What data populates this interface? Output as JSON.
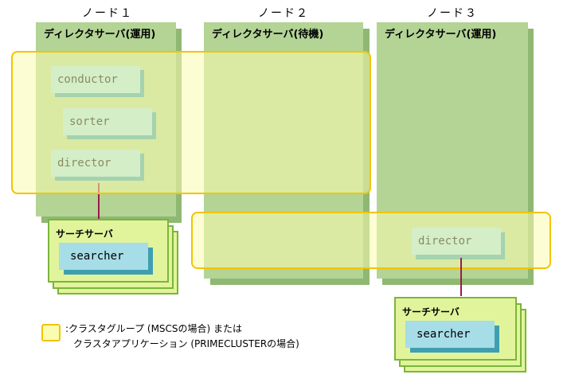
{
  "nodes": [
    {
      "title": "ノード１",
      "server_label": "ディレクタサーバ(運用)"
    },
    {
      "title": "ノード２",
      "server_label": "ディレクタサーバ(待機)"
    },
    {
      "title": "ノード３",
      "server_label": "ディレクタサーバ(運用)"
    }
  ],
  "components": {
    "conductor": "conductor",
    "sorter": "sorter",
    "director1": "director",
    "director3": "director",
    "searcher1": "searcher",
    "searcher3": "searcher"
  },
  "search_server_label": "サーチサーバ",
  "legend": {
    "line1": ":クラスタグループ (MSCSの場合) または",
    "line2": "クラスタアプリケーション (PRIMECLUSTERの場合)"
  },
  "colors": {
    "server": "#b3d495",
    "component": "#a6dde6",
    "cluster_border": "#f2c400",
    "search_server": "#e1f49c",
    "connector": "#9b1a4c"
  }
}
